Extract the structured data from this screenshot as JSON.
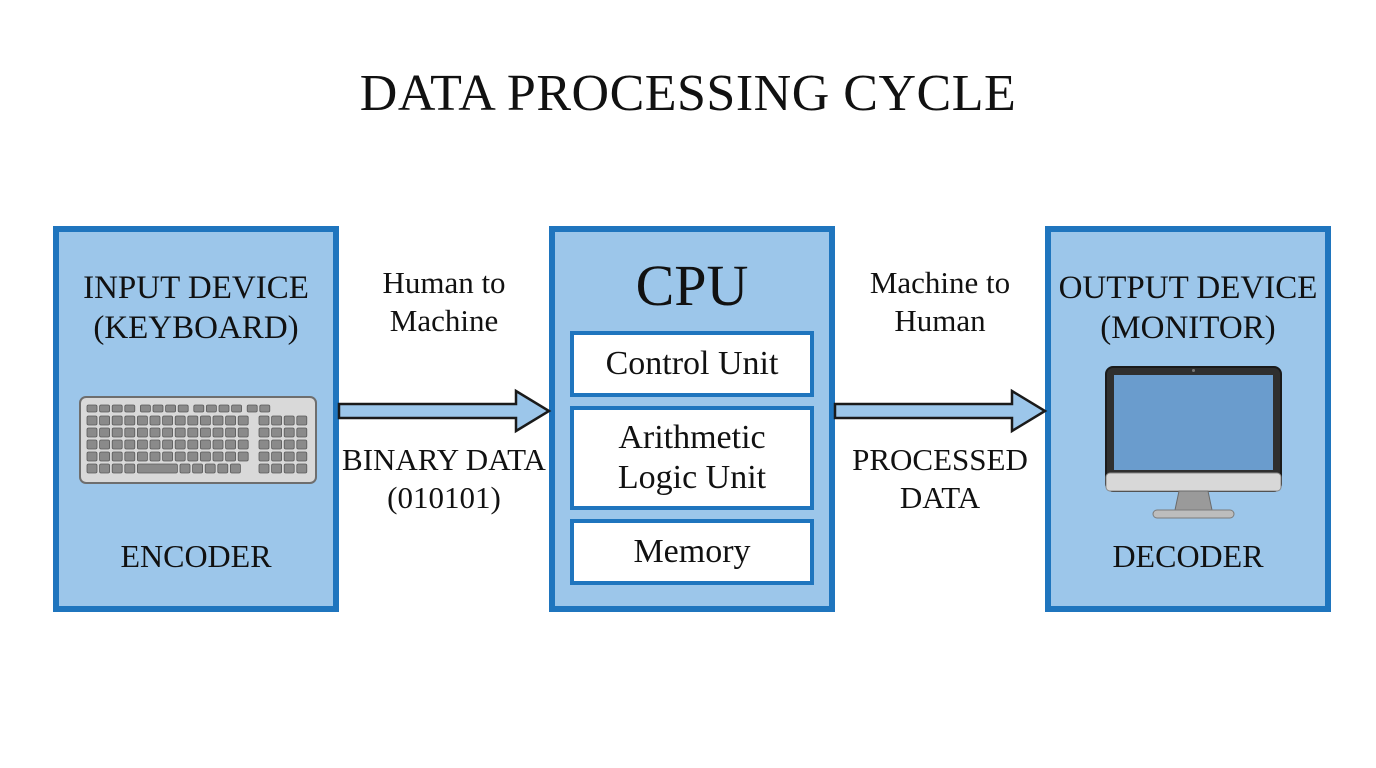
{
  "title": "DATA PROCESSING CYCLE",
  "input_device": {
    "line1": "INPUT DEVICE",
    "line2": "(KEYBOARD)",
    "role": "ENCODER",
    "icon": "keyboard-icon"
  },
  "cpu": {
    "title": "CPU",
    "units": {
      "control": "Control Unit",
      "alu_line1": "Arithmetic",
      "alu_line2": "Logic Unit",
      "memory": "Memory"
    }
  },
  "output_device": {
    "line1": "OUTPUT DEVICE",
    "line2": "(MONITOR)",
    "role": "DECODER",
    "icon": "monitor-icon"
  },
  "arrow_left": {
    "top_line1": "Human to",
    "top_line2": "Machine",
    "bottom_line1": "BINARY DATA",
    "bottom_line2": "(010101)"
  },
  "arrow_right": {
    "top_line1": "Machine to",
    "top_line2": "Human",
    "bottom_line1": "PROCESSED",
    "bottom_line2": "DATA"
  },
  "colors": {
    "box_fill": "#9cc6ea",
    "box_border": "#1f75be",
    "arrow_fill": "#9cc6ea",
    "screen": "#6a9ccd"
  }
}
